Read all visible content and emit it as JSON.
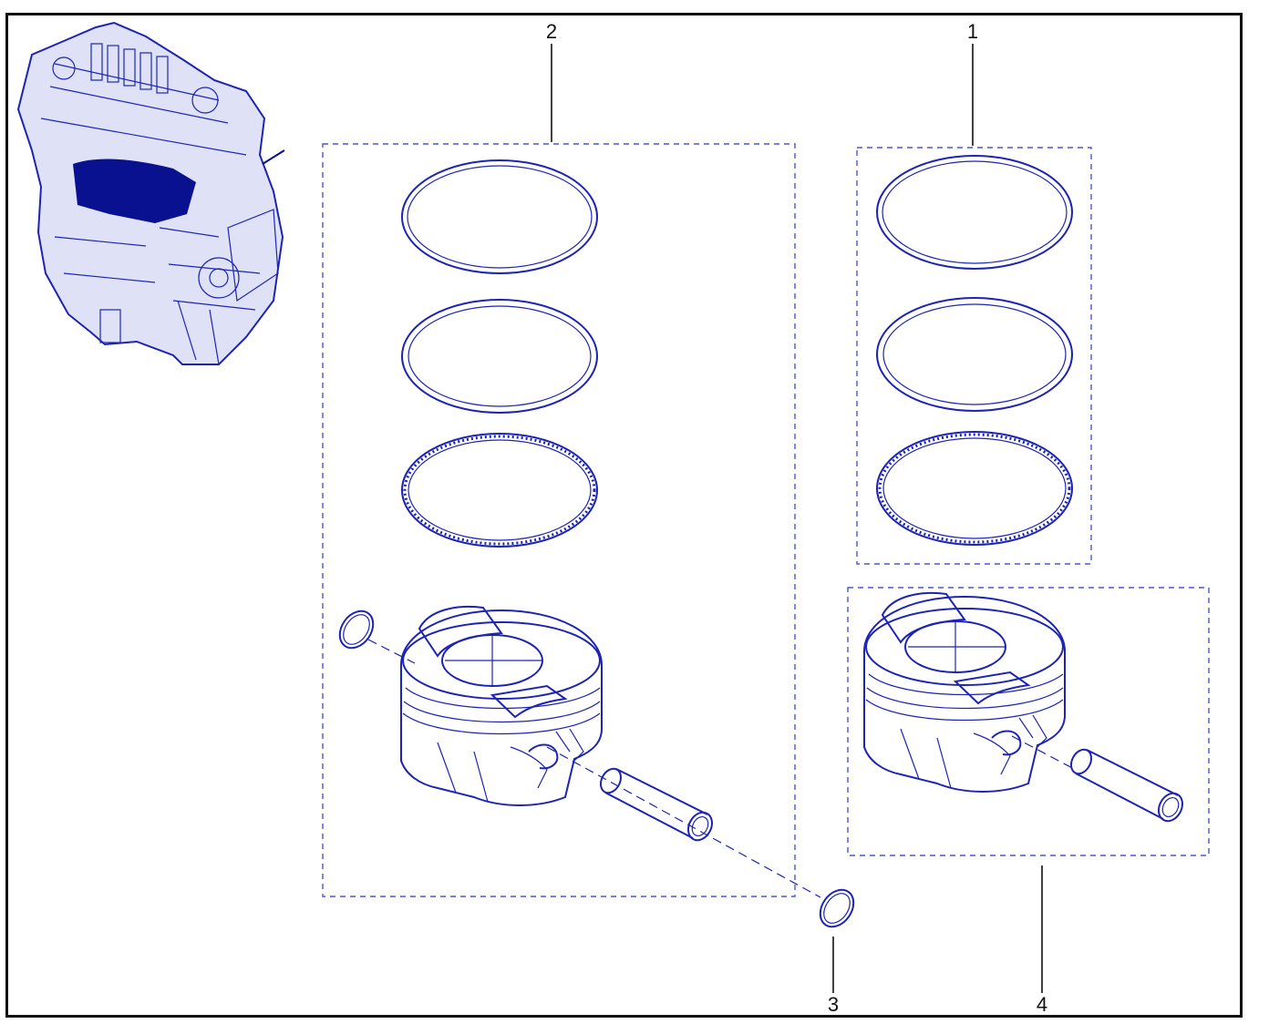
{
  "diagram": {
    "callouts": [
      {
        "id": "c2",
        "label": "2"
      },
      {
        "id": "c1",
        "label": "1"
      },
      {
        "id": "c3",
        "label": "3"
      },
      {
        "id": "c4",
        "label": "4"
      }
    ],
    "colors": {
      "line": "#1d24b5",
      "dark": "#0a1190",
      "frame": "#111111",
      "dash": "#4b57d1"
    }
  }
}
